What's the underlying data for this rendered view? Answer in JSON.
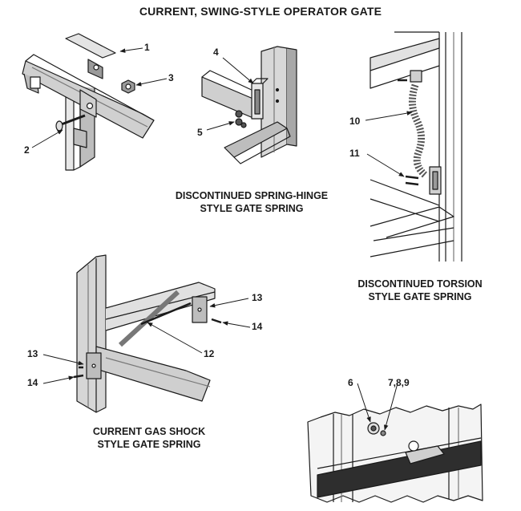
{
  "title": "CURRENT, SWING-STYLE OPERATOR GATE",
  "captions": {
    "spring_hinge_line1": "DISCONTINUED SPRING-HINGE",
    "spring_hinge_line2": "STYLE GATE SPRING",
    "torsion_line1": "DISCONTINUED TORSION",
    "torsion_line2": "STYLE GATE SPRING",
    "gas_shock_line1": "CURRENT GAS SHOCK",
    "gas_shock_line2": "STYLE GATE SPRING"
  },
  "callouts": {
    "n1": "1",
    "n2": "2",
    "n3": "3",
    "n4": "4",
    "n5": "5",
    "n10": "10",
    "n11": "11",
    "n12": "12",
    "n13a": "13",
    "n14a": "14",
    "n13b": "13",
    "n14b": "14",
    "n6": "6",
    "n789": "7,8,9"
  },
  "colors": {
    "line": "#1a1a1a",
    "shade": "#9a9a9a",
    "light": "#d4d4d4",
    "dark": "#3a3a3a"
  }
}
